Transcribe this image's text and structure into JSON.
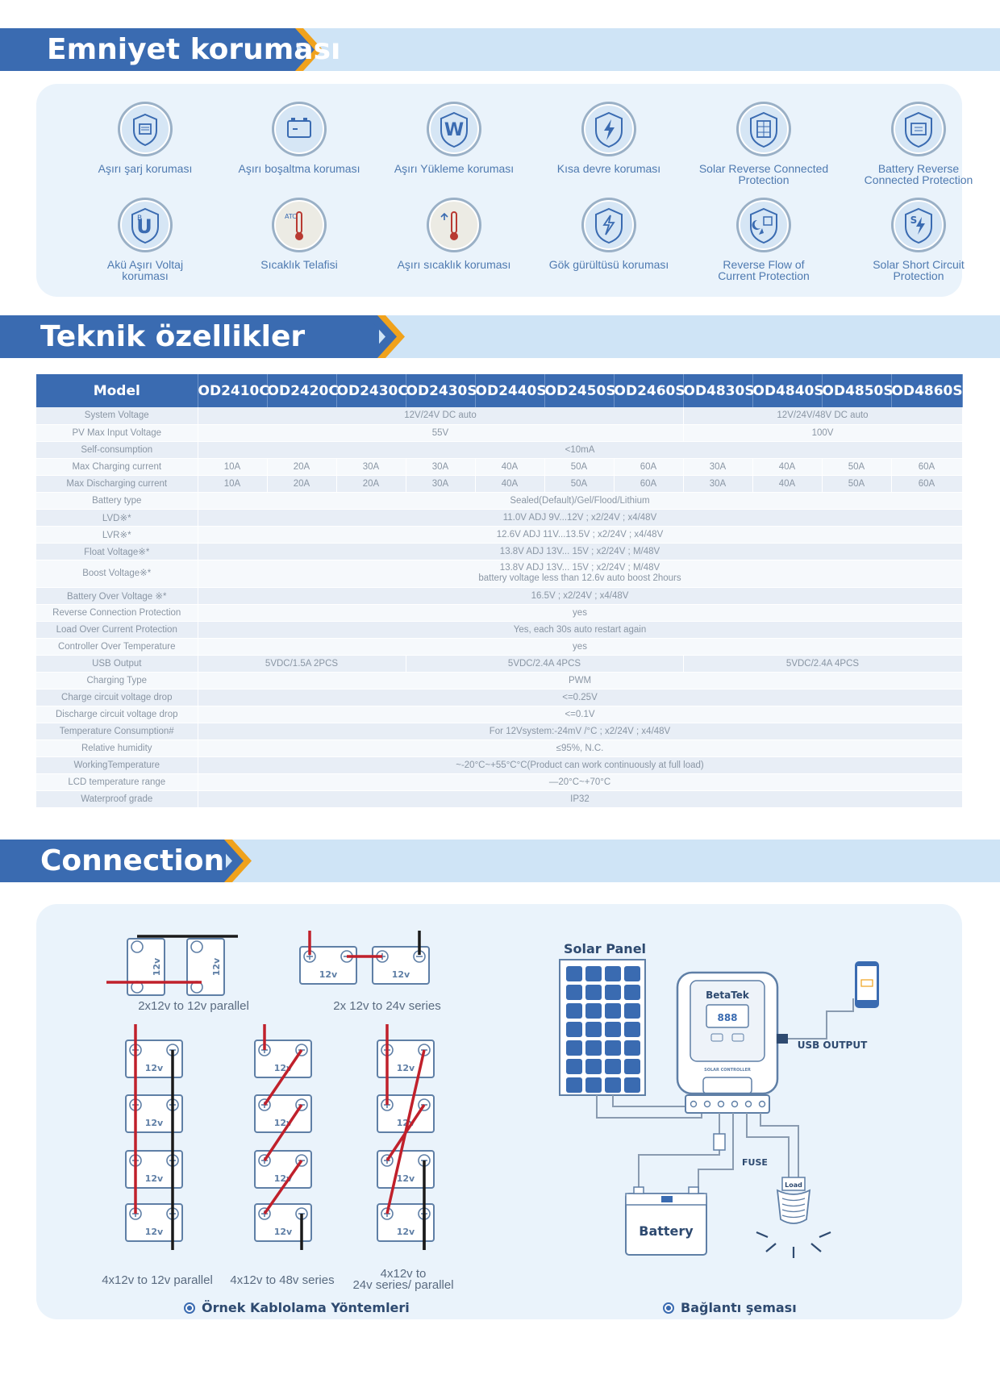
{
  "sections": {
    "safety_title": "Emniyet koruması",
    "tech_title": "Teknik özellikler",
    "connection_title": "Connection"
  },
  "colors": {
    "primary": "#3a6bb1",
    "light": "#cfe4f6",
    "accent": "#f0a21c",
    "panel": "#eaf3fb",
    "red_wire": "#c0202b"
  },
  "features": [
    {
      "label1": "Aşırı şarj koruması",
      "label2": "",
      "icon": "battery-shield-icon"
    },
    {
      "label1": "Aşırı boşaltma koruması",
      "label2": "",
      "icon": "battery-discharge-icon"
    },
    {
      "label1": "Aşırı Yükleme koruması",
      "label2": "",
      "icon": "overload-w-icon"
    },
    {
      "label1": "Kısa devre koruması",
      "label2": "",
      "icon": "short-circuit-bolt-icon"
    },
    {
      "label1": "Solar Reverse Connected",
      "label2": "Protection",
      "icon": "solar-panel-icon"
    },
    {
      "label1": "Battery Reverse",
      "label2": "Connected Protection",
      "icon": "battery-reverse-icon"
    },
    {
      "label1": "Akü Aşırı Voltaj",
      "label2": "koruması",
      "icon": "battery-overvoltage-icon"
    },
    {
      "label1": "Sıcaklık Telafisi",
      "label2": "",
      "icon": "thermometer-atc-icon"
    },
    {
      "label1": "Aşırı sıcaklık koruması",
      "label2": "",
      "icon": "thermometer-high-icon"
    },
    {
      "label1": "Gök gürültüsü koruması",
      "label2": "",
      "icon": "lightning-icon"
    },
    {
      "label1": "Reverse Flow of",
      "label2": "Current Protection",
      "icon": "night-reverse-flow-icon"
    },
    {
      "label1": "Solar Short Circuit",
      "label2": "Protection",
      "icon": "solar-short-circuit-icon"
    }
  ],
  "table": {
    "header": [
      "Model",
      "OD2410C",
      "OD2420C",
      "OD2430C",
      "OD2430S",
      "OD2440S",
      "OD2450S",
      "OD2460S",
      "OD4830S",
      "OD4840S",
      "OD4850S",
      "OD4860S"
    ],
    "rows": [
      {
        "label": "System Voltage",
        "cells": [
          {
            "text": "12V/24V DC auto",
            "span": 7
          },
          {
            "text": "12V/24V/48V DC auto",
            "span": 4
          }
        ]
      },
      {
        "label": "PV Max Input Voltage",
        "cells": [
          {
            "text": "55V",
            "span": 7
          },
          {
            "text": "100V",
            "span": 4
          }
        ]
      },
      {
        "label": "Self-consumption",
        "cells": [
          {
            "text": "<10mA",
            "span": 11
          }
        ]
      },
      {
        "label": "Max Charging current",
        "cells": [
          {
            "text": "10A",
            "span": 1
          },
          {
            "text": "20A",
            "span": 1
          },
          {
            "text": "30A",
            "span": 1
          },
          {
            "text": "30A",
            "span": 1
          },
          {
            "text": "40A",
            "span": 1
          },
          {
            "text": "50A",
            "span": 1
          },
          {
            "text": "60A",
            "span": 1
          },
          {
            "text": "30A",
            "span": 1
          },
          {
            "text": "40A",
            "span": 1
          },
          {
            "text": "50A",
            "span": 1
          },
          {
            "text": "60A",
            "span": 1
          }
        ]
      },
      {
        "label": "Max Discharging current",
        "cells": [
          {
            "text": "10A",
            "span": 1
          },
          {
            "text": "20A",
            "span": 1
          },
          {
            "text": "20A",
            "span": 1
          },
          {
            "text": "30A",
            "span": 1
          },
          {
            "text": "40A",
            "span": 1
          },
          {
            "text": "50A",
            "span": 1
          },
          {
            "text": "60A",
            "span": 1
          },
          {
            "text": "30A",
            "span": 1
          },
          {
            "text": "40A",
            "span": 1
          },
          {
            "text": "50A",
            "span": 1
          },
          {
            "text": "60A",
            "span": 1
          }
        ]
      },
      {
        "label": "Battery type",
        "cells": [
          {
            "text": "Sealed(Default)/Gel/Flood/Lithium",
            "span": 11
          }
        ]
      },
      {
        "label": "LVD※*",
        "cells": [
          {
            "text": "11.0V ADJ 9V...12V ; x2/24V ; x4/48V",
            "span": 11
          }
        ]
      },
      {
        "label": "LVR※*",
        "cells": [
          {
            "text": "12.6V ADJ 11V...13.5V ; x2/24V ; x4/48V",
            "span": 11
          }
        ]
      },
      {
        "label": "Float Voltage※*",
        "cells": [
          {
            "text": "13.8V ADJ 13V... 15V ; x2/24V ; M/48V",
            "span": 11
          }
        ]
      },
      {
        "label": "Boost Voltage※*",
        "tall": true,
        "cells": [
          {
            "text": "13.8V ADJ 13V... 15V ; x2/24V ; M/48V",
            "text2": "battery voltage less than 12.6v auto boost 2hours",
            "span": 11
          }
        ]
      },
      {
        "label": "Battery Over Voltage ※*",
        "cells": [
          {
            "text": "16.5V ; x2/24V ; x4/48V",
            "span": 11
          }
        ]
      },
      {
        "label": "Reverse Connection Protection",
        "cells": [
          {
            "text": "yes",
            "span": 11
          }
        ]
      },
      {
        "label": "Load Over Current Protection",
        "cells": [
          {
            "text": "Yes, each 30s auto restart again",
            "span": 11
          }
        ]
      },
      {
        "label": "Controller Over Temperature",
        "cells": [
          {
            "text": "yes",
            "span": 11
          }
        ]
      },
      {
        "label": "USB Output",
        "cells": [
          {
            "text": "5VDC/1.5A 2PCS",
            "span": 3
          },
          {
            "text": "5VDC/2.4A 4PCS",
            "span": 4
          },
          {
            "text": "5VDC/2.4A 4PCS",
            "span": 4
          }
        ]
      },
      {
        "label": "Charging Type",
        "cells": [
          {
            "text": "PWM",
            "span": 11
          }
        ]
      },
      {
        "label": "Charge circuit voltage drop",
        "cells": [
          {
            "text": "<=0.25V",
            "span": 11
          }
        ]
      },
      {
        "label": "Discharge circuit voltage drop",
        "cells": [
          {
            "text": "<=0.1V",
            "span": 11
          }
        ]
      },
      {
        "label": "Temperature Consumption#",
        "cells": [
          {
            "text": "For 12Vsystem:-24mV /°C ; x2/24V ; x4/48V",
            "span": 11
          }
        ]
      },
      {
        "label": "Relative humidity",
        "cells": [
          {
            "text": "≤95%, N.C.",
            "span": 11
          }
        ]
      },
      {
        "label": "WorkingTemperature",
        "cells": [
          {
            "text": "~-20°C~+55°C°C(Product can work continuously at full load)",
            "span": 11
          }
        ]
      },
      {
        "label": "LCD temperature range",
        "cells": [
          {
            "text": "—20°C~+70°C",
            "span": 11
          }
        ]
      },
      {
        "label": "Waterproof grade",
        "cells": [
          {
            "text": "IP32",
            "span": 11
          }
        ]
      }
    ]
  },
  "connection": {
    "battery_label": "12v",
    "cap_2p": "2x12v to 12v parallel",
    "cap_2s": "2x 12v to 24v series",
    "cap_4p": "4x12v to 12v parallel",
    "cap_4s": "4x12v to 48v series",
    "cap_sp1": "4x12v to",
    "cap_sp2": "24v series/ parallel",
    "footer_left": "Örnek Kablolama Yöntemleri",
    "footer_right": "Bağlantı şeması",
    "solar_panel": "Solar Panel",
    "usb_output": "USB OUTPUT",
    "fuse": "FUSE",
    "battery": "Battery",
    "load": "Load",
    "brand": "BetaTek",
    "controller_text": "SOLAR CONTROLLER",
    "lcd_digits": "888"
  }
}
